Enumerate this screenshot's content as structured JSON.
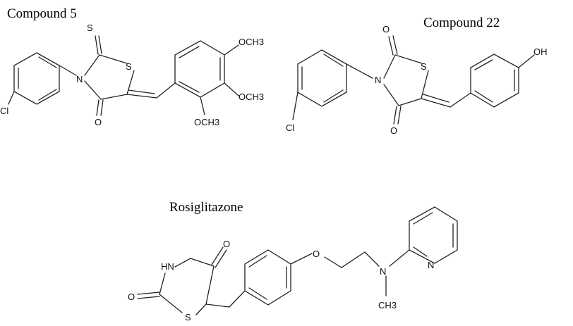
{
  "compounds": {
    "compound5": {
      "name": "Compound 5",
      "atoms": {
        "s_thione": "S",
        "s_ring": "S",
        "n": "N",
        "o": "O",
        "cl": "Cl",
        "ome1": "OCH3",
        "ome2": "OCH3",
        "ome3": "OCH3"
      }
    },
    "compound22": {
      "name": "Compound 22",
      "atoms": {
        "o_top": "O",
        "s_ring": "S",
        "n": "N",
        "o_bottom": "O",
        "cl": "Cl",
        "oh": "OH"
      }
    },
    "rosiglitazone": {
      "name": "Rosiglitazone",
      "atoms": {
        "o_top": "O",
        "hn": "HN",
        "o_left": "O",
        "s": "S",
        "o_ether": "O",
        "n_amine": "N",
        "n_pyr": "N",
        "ch3": "CH3"
      }
    }
  }
}
